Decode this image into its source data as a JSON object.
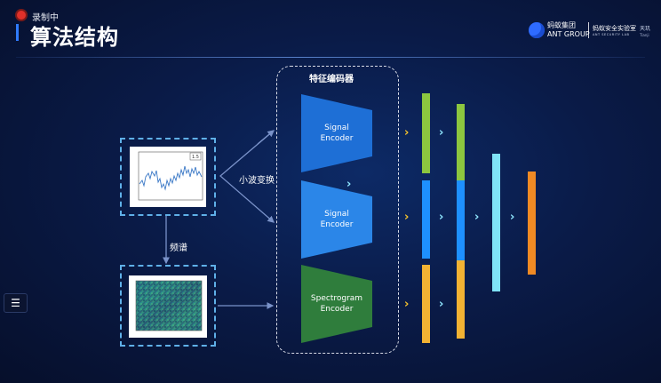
{
  "recording": {
    "label": "录制中"
  },
  "header": {
    "title": "算法结构",
    "brand": {
      "name_cn": "蚂蚁集团",
      "name_en": "ANT GROUP"
    },
    "lab": {
      "name_cn": "蚂蚁安全实验室",
      "name_en": "ANT SECURITY LAB"
    },
    "partner": {
      "name_cn": "天玑",
      "name_en": "Tianji"
    }
  },
  "diagram": {
    "wavelet_label": "小波变换",
    "spectrum_label": "频谱",
    "encoder_group_title": "特征编码器",
    "encoders": [
      {
        "line1": "Signal",
        "line2": "Encoder",
        "color": "#1e6fd6"
      },
      {
        "line1": "Signal",
        "line2": "Encoder",
        "color": "#2b86e8"
      },
      {
        "line1": "Spectrogram",
        "line2": "Encoder",
        "color": "#2f7d3c"
      }
    ],
    "plot_badge": "1.5",
    "colors": {
      "feature_green": "#8cc63f",
      "feature_blue": "#1e90ff",
      "feature_yellow": "#f2b233",
      "fused": "#7fe3f7",
      "output": "#f08a24",
      "arrow_yellow": "#f2c12e",
      "arrow_cyan": "#8fe6ff"
    }
  },
  "controls": {
    "menu_icon": "list-icon"
  }
}
